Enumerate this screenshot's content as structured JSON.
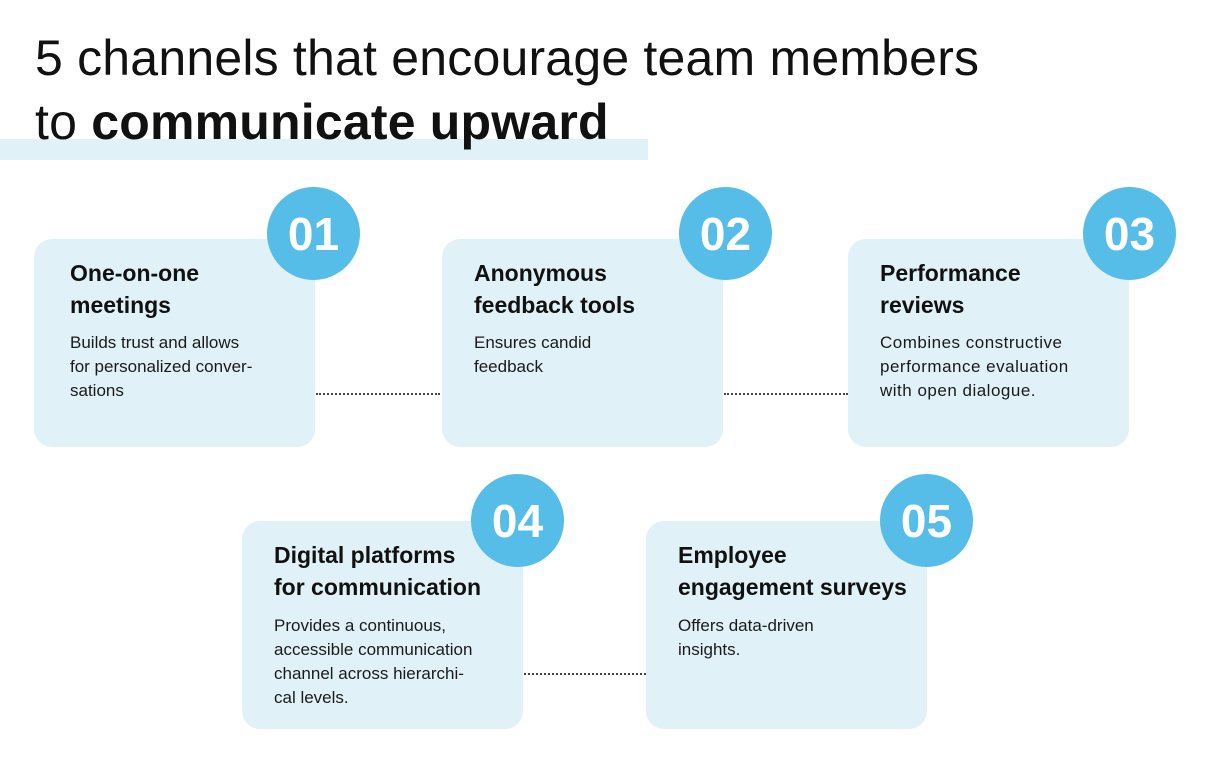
{
  "title": {
    "line1": "5 channels that encourage team members",
    "line2_prefix": "to ",
    "line2_strong": "communicate upward"
  },
  "channels": [
    {
      "number": "01",
      "title": "One-on-one\nmeetings",
      "description": "Builds trust and allows\nfor personalized conver-\nsations"
    },
    {
      "number": "02",
      "title": "Anonymous\nfeedback tools",
      "description": "Ensures candid\nfeedback"
    },
    {
      "number": "03",
      "title": "Performance\nreviews",
      "description": "Combines constructive\nperformance evaluation\nwith open dialogue."
    },
    {
      "number": "04",
      "title": "Digital platforms\nfor communication",
      "description": "Provides a continuous,\naccessible communication\nchannel across hierarchi-\ncal levels."
    },
    {
      "number": "05",
      "title": "Employee\nengagement surveys",
      "description": "Offers data-driven\ninsights."
    }
  ],
  "colors": {
    "card_background": "#e0f1f8",
    "badge": "#55bde8",
    "title_highlight": "#e0f1f8"
  }
}
